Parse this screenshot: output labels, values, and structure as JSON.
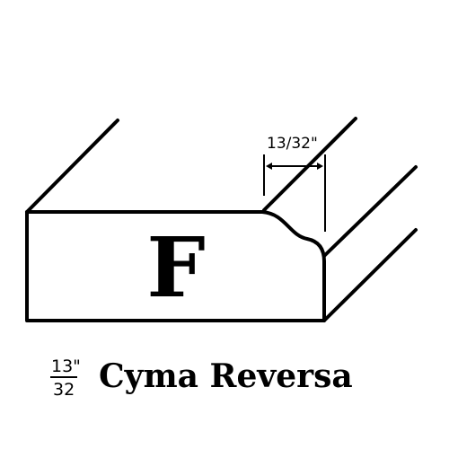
{
  "profile": {
    "letter": "F",
    "dimension_label": "13/32\"",
    "fraction_numerator": "13\"",
    "fraction_denominator": "32",
    "name": "Cyma Reversa"
  },
  "colors": {
    "stroke": "#000000",
    "background": "#ffffff"
  }
}
